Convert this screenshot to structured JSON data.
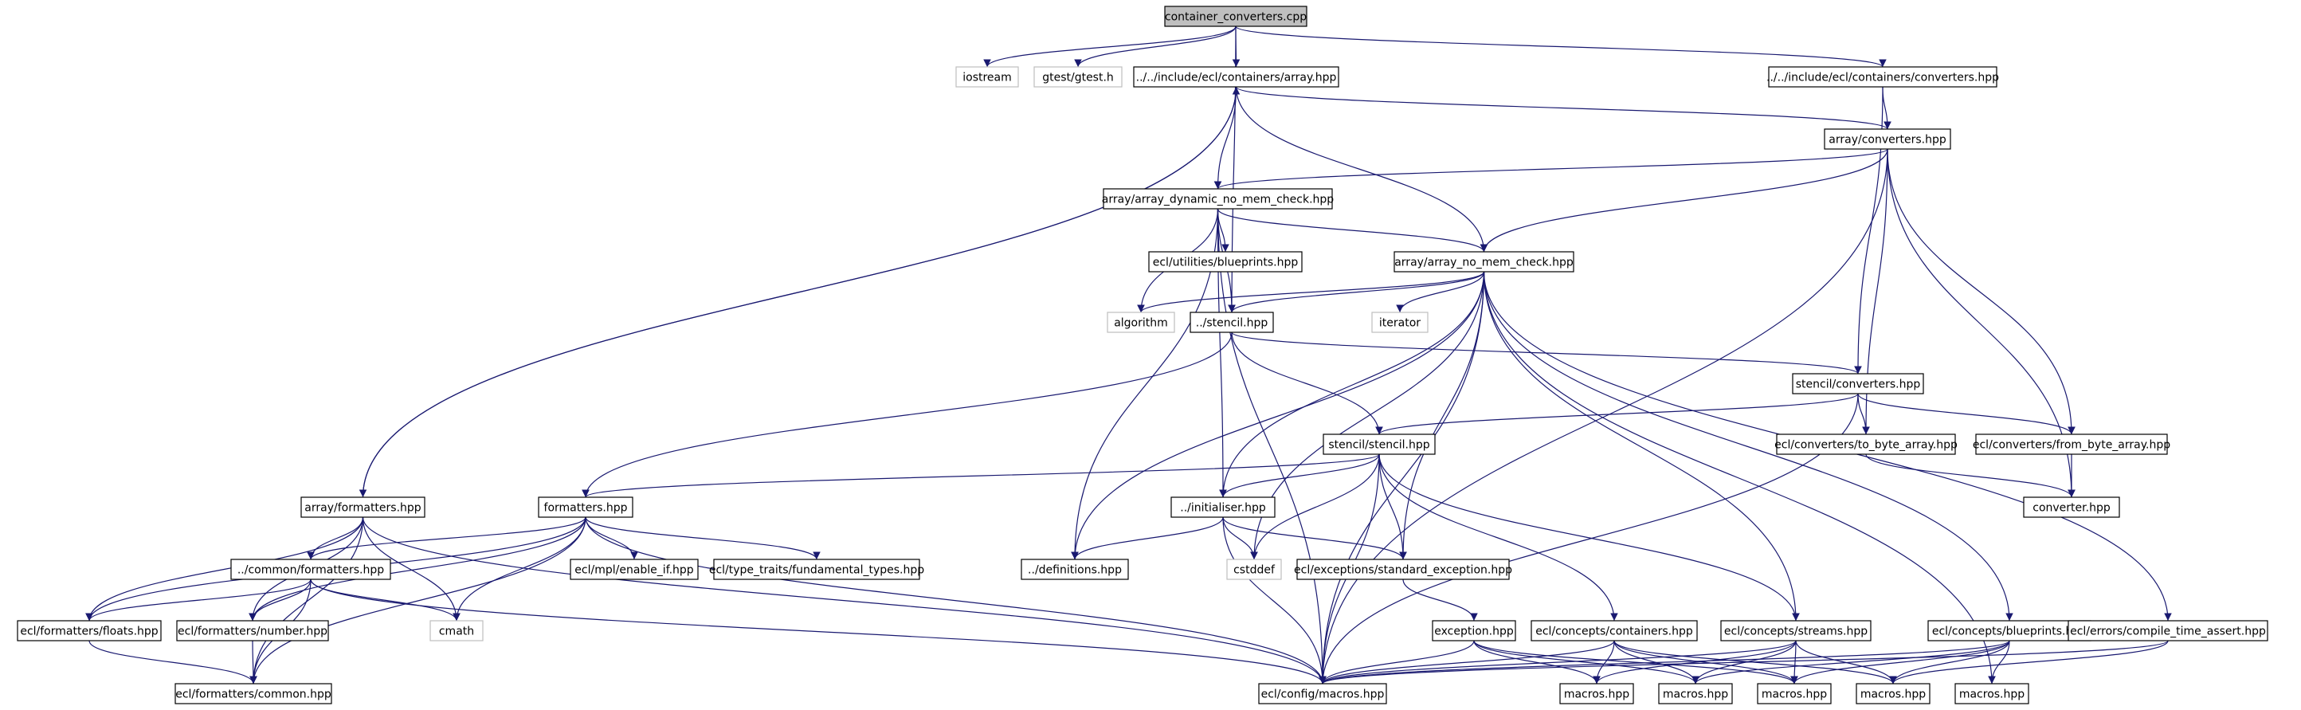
{
  "diagram": {
    "nodes": [
      {
        "id": "n_root",
        "label": "container_converters.cpp",
        "kind": "root"
      },
      {
        "id": "n_iostream",
        "label": "iostream",
        "kind": "system"
      },
      {
        "id": "n_gtest",
        "label": "gtest/gtest.h",
        "kind": "system"
      },
      {
        "id": "n_array",
        "label": "../../include/ecl/containers/array.hpp",
        "kind": "file"
      },
      {
        "id": "n_cconv",
        "label": "../../include/ecl/containers/converters.hpp",
        "kind": "file"
      },
      {
        "id": "n_aconv",
        "label": "array/converters.hpp",
        "kind": "file"
      },
      {
        "id": "n_adyn",
        "label": "array/array_dynamic_no_mem_check.hpp",
        "kind": "file"
      },
      {
        "id": "n_blueprints_u",
        "label": "ecl/utilities/blueprints.hpp",
        "kind": "file"
      },
      {
        "id": "n_anomem",
        "label": "array/array_no_mem_check.hpp",
        "kind": "file"
      },
      {
        "id": "n_algorithm",
        "label": "algorithm",
        "kind": "system"
      },
      {
        "id": "n_stencil",
        "label": "../stencil.hpp",
        "kind": "file"
      },
      {
        "id": "n_iterator",
        "label": "iterator",
        "kind": "system"
      },
      {
        "id": "n_sconv",
        "label": "stencil/converters.hpp",
        "kind": "file"
      },
      {
        "id": "n_sstencil",
        "label": "stencil/stencil.hpp",
        "kind": "file"
      },
      {
        "id": "n_tobyte",
        "label": "ecl/converters/to_byte_array.hpp",
        "kind": "file"
      },
      {
        "id": "n_frombyte",
        "label": "ecl/converters/from_byte_array.hpp",
        "kind": "file"
      },
      {
        "id": "n_converter",
        "label": "converter.hpp",
        "kind": "file"
      },
      {
        "id": "n_aform",
        "label": "array/formatters.hpp",
        "kind": "file"
      },
      {
        "id": "n_form",
        "label": "formatters.hpp",
        "kind": "file"
      },
      {
        "id": "n_init",
        "label": "../initialiser.hpp",
        "kind": "file"
      },
      {
        "id": "n_cform",
        "label": "../common/formatters.hpp",
        "kind": "file"
      },
      {
        "id": "n_enableif",
        "label": "ecl/mpl/enable_if.hpp",
        "kind": "file"
      },
      {
        "id": "n_fundtypes",
        "label": "ecl/type_traits/fundamental_types.hpp",
        "kind": "file"
      },
      {
        "id": "n_defs",
        "label": "../definitions.hpp",
        "kind": "file"
      },
      {
        "id": "n_cstddef",
        "label": "cstddef",
        "kind": "system"
      },
      {
        "id": "n_stdexc",
        "label": "ecl/exceptions/standard_exception.hpp",
        "kind": "file"
      },
      {
        "id": "n_floats",
        "label": "ecl/formatters/floats.hpp",
        "kind": "file"
      },
      {
        "id": "n_number",
        "label": "ecl/formatters/number.hpp",
        "kind": "file"
      },
      {
        "id": "n_cmath",
        "label": "cmath",
        "kind": "system"
      },
      {
        "id": "n_exception",
        "label": "exception.hpp",
        "kind": "file"
      },
      {
        "id": "n_ccont",
        "label": "ecl/concepts/containers.hpp",
        "kind": "file"
      },
      {
        "id": "n_cstreams",
        "label": "ecl/concepts/streams.hpp",
        "kind": "file"
      },
      {
        "id": "n_cblue",
        "label": "ecl/concepts/blueprints.hpp",
        "kind": "file"
      },
      {
        "id": "n_cta",
        "label": "ecl/errors/compile_time_assert.hpp",
        "kind": "file"
      },
      {
        "id": "n_common",
        "label": "ecl/formatters/common.hpp",
        "kind": "file"
      },
      {
        "id": "n_macros_cfg",
        "label": "ecl/config/macros.hpp",
        "kind": "file"
      },
      {
        "id": "n_m1",
        "label": "macros.hpp",
        "kind": "file"
      },
      {
        "id": "n_m2",
        "label": "macros.hpp",
        "kind": "file"
      },
      {
        "id": "n_m3",
        "label": "macros.hpp",
        "kind": "file"
      },
      {
        "id": "n_m4",
        "label": "macros.hpp",
        "kind": "file"
      },
      {
        "id": "n_m5",
        "label": "macros.hpp",
        "kind": "file"
      }
    ],
    "edges": [
      [
        "n_root",
        "n_iostream"
      ],
      [
        "n_root",
        "n_gtest"
      ],
      [
        "n_root",
        "n_array"
      ],
      [
        "n_root",
        "n_cconv"
      ],
      [
        "n_root",
        "n_stencil"
      ],
      [
        "n_array",
        "n_aconv"
      ],
      [
        "n_array",
        "n_adyn"
      ],
      [
        "n_array",
        "n_anomem"
      ],
      [
        "n_array",
        "n_aform"
      ],
      [
        "n_aform",
        "n_array"
      ],
      [
        "n_cconv",
        "n_aconv"
      ],
      [
        "n_cconv",
        "n_sconv"
      ],
      [
        "n_aconv",
        "n_adyn"
      ],
      [
        "n_aconv",
        "n_anomem"
      ],
      [
        "n_aconv",
        "n_tobyte"
      ],
      [
        "n_aconv",
        "n_frombyte"
      ],
      [
        "n_aconv",
        "n_converter"
      ],
      [
        "n_aconv",
        "n_macros_cfg"
      ],
      [
        "n_adyn",
        "n_blueprints_u"
      ],
      [
        "n_adyn",
        "n_anomem"
      ],
      [
        "n_adyn",
        "n_algorithm"
      ],
      [
        "n_adyn",
        "n_stencil"
      ],
      [
        "n_adyn",
        "n_init"
      ],
      [
        "n_adyn",
        "n_defs"
      ],
      [
        "n_adyn",
        "n_macros_cfg"
      ],
      [
        "n_anomem",
        "n_algorithm"
      ],
      [
        "n_anomem",
        "n_stencil"
      ],
      [
        "n_anomem",
        "n_iterator"
      ],
      [
        "n_anomem",
        "n_init"
      ],
      [
        "n_anomem",
        "n_defs"
      ],
      [
        "n_anomem",
        "n_cstddef"
      ],
      [
        "n_anomem",
        "n_stdexc"
      ],
      [
        "n_anomem",
        "n_macros_cfg"
      ],
      [
        "n_anomem",
        "n_cstreams"
      ],
      [
        "n_anomem",
        "n_cblue"
      ],
      [
        "n_anomem",
        "n_cta"
      ],
      [
        "n_anomem",
        "n_m5"
      ],
      [
        "n_stencil",
        "n_sconv"
      ],
      [
        "n_stencil",
        "n_sstencil"
      ],
      [
        "n_stencil",
        "n_form"
      ],
      [
        "n_sconv",
        "n_sstencil"
      ],
      [
        "n_sconv",
        "n_tobyte"
      ],
      [
        "n_sconv",
        "n_frombyte"
      ],
      [
        "n_sconv",
        "n_macros_cfg"
      ],
      [
        "n_tobyte",
        "n_converter"
      ],
      [
        "n_frombyte",
        "n_converter"
      ],
      [
        "n_sstencil",
        "n_form"
      ],
      [
        "n_sstencil",
        "n_init"
      ],
      [
        "n_sstencil",
        "n_cstddef"
      ],
      [
        "n_sstencil",
        "n_stdexc"
      ],
      [
        "n_sstencil",
        "n_ccont"
      ],
      [
        "n_sstencil",
        "n_cstreams"
      ],
      [
        "n_sstencil",
        "n_macros_cfg"
      ],
      [
        "n_aform",
        "n_cform"
      ],
      [
        "n_aform",
        "n_floats"
      ],
      [
        "n_aform",
        "n_number"
      ],
      [
        "n_aform",
        "n_cmath"
      ],
      [
        "n_aform",
        "n_common"
      ],
      [
        "n_aform",
        "n_macros_cfg"
      ],
      [
        "n_form",
        "n_cform"
      ],
      [
        "n_form",
        "n_enableif"
      ],
      [
        "n_form",
        "n_fundtypes"
      ],
      [
        "n_form",
        "n_floats"
      ],
      [
        "n_form",
        "n_number"
      ],
      [
        "n_form",
        "n_cmath"
      ],
      [
        "n_form",
        "n_common"
      ],
      [
        "n_form",
        "n_macros_cfg"
      ],
      [
        "n_init",
        "n_defs"
      ],
      [
        "n_init",
        "n_cstddef"
      ],
      [
        "n_init",
        "n_stdexc"
      ],
      [
        "n_init",
        "n_macros_cfg"
      ],
      [
        "n_cform",
        "n_floats"
      ],
      [
        "n_cform",
        "n_number"
      ],
      [
        "n_cform",
        "n_cmath"
      ],
      [
        "n_cform",
        "n_common"
      ],
      [
        "n_cform",
        "n_macros_cfg"
      ],
      [
        "n_stdexc",
        "n_exception"
      ],
      [
        "n_floats",
        "n_common"
      ],
      [
        "n_number",
        "n_common"
      ],
      [
        "n_exception",
        "n_macros_cfg"
      ],
      [
        "n_exception",
        "n_m1"
      ],
      [
        "n_exception",
        "n_m2"
      ],
      [
        "n_exception",
        "n_m3"
      ],
      [
        "n_ccont",
        "n_macros_cfg"
      ],
      [
        "n_ccont",
        "n_m1"
      ],
      [
        "n_ccont",
        "n_m2"
      ],
      [
        "n_ccont",
        "n_m3"
      ],
      [
        "n_ccont",
        "n_m4"
      ],
      [
        "n_cstreams",
        "n_macros_cfg"
      ],
      [
        "n_cstreams",
        "n_m1"
      ],
      [
        "n_cstreams",
        "n_m2"
      ],
      [
        "n_cstreams",
        "n_m3"
      ],
      [
        "n_cstreams",
        "n_m4"
      ],
      [
        "n_cblue",
        "n_macros_cfg"
      ],
      [
        "n_cblue",
        "n_m2"
      ],
      [
        "n_cblue",
        "n_m3"
      ],
      [
        "n_cblue",
        "n_m4"
      ],
      [
        "n_cblue",
        "n_m5"
      ],
      [
        "n_cta",
        "n_macros_cfg"
      ],
      [
        "n_cta",
        "n_m4"
      ]
    ]
  }
}
